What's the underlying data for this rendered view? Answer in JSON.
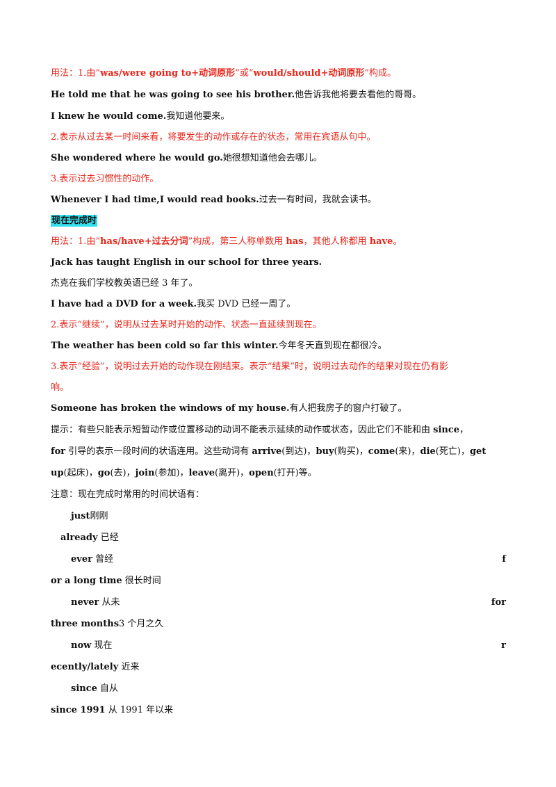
{
  "colors": {
    "red": "#e8261b",
    "highlight": "#33e0ee"
  },
  "section_title": "现在完成时",
  "lines": [
    {
      "a": "用法：1.由“",
      "b": "was/were going to+动词原形",
      "c": "”或“",
      "d": "would/should+动词原形",
      "e": "”构成。"
    },
    {
      "en": "He told me that he was going to see his brother.",
      "zh": "他告诉我他将要去看他的哥哥。"
    },
    {
      "en": "I knew he would come.",
      "zh": "我知道他要来。"
    },
    {
      "text": "2.表示从过去某一时间来看，将要发生的动作或存在的状态，常用在宾语从句中。"
    },
    {
      "en": "She wondered where he would go.",
      "zh": "她很想知道他会去哪儿。"
    },
    {
      "text": "3.表示过去习惯性的动作。"
    },
    {
      "en": "Whenever I had time,I would read books.",
      "zh": "过去一有时间，我就会读书。"
    },
    {
      "a": "用法：1.由“",
      "b": "has/have+过去分词",
      "c": "”构成，第三人称单数用 ",
      "d": "has",
      "e": "，其他人称都用 ",
      "f": "have",
      "g": "。"
    },
    {
      "en": "Jack has taught English in our school for three years."
    },
    {
      "zh": "杰克在我们学校教英语已经 3 年了。"
    },
    {
      "en": "I have had a DVD for a week.",
      "zh": "我买 DVD 已经一周了。"
    },
    {
      "text": "2.表示“继续”，说明从过去某时开始的动作、状态一直延续到现在。"
    },
    {
      "en": "The weather has been cold so far this winter.",
      "zh": "今年冬天直到现在都很冷。"
    },
    {
      "text": "3.表示“经验”，说明过去开始的动作现在刚结束。表示“结果”时，说明过去动作的结果对现在仍有影"
    },
    {
      "text": "响。"
    },
    {
      "en": "Someone has broken the windows of my house.",
      "zh": "有人把我房子的窗户打破了。"
    },
    {
      "a": "提示：有些只能表示短暂动作或位置移动的动词不能表示延续的动作或状态，因此它们不能和由 ",
      "b": "since",
      "c": "，"
    },
    {
      "a": "for",
      "b": " 引导的表示一段时间的状语连用。这些动词有 ",
      "c": "arrive",
      "d": "(到达)，",
      "e": "buy",
      "f": "(购买)，",
      "g": "come",
      "h": "(来)，",
      "i": "die",
      "j": "(死亡)，",
      "k": "get"
    },
    {
      "a": "up",
      "b": "(起床)，",
      "c": "go",
      "d": "(去)，",
      "e": "join",
      "f": "(参加)，",
      "g": "leave",
      "h": "(离开)，",
      "i": "open",
      "j": "(打开)等。"
    },
    {
      "text": "注意：现在完成时常用的时间状语有："
    }
  ],
  "adverbs": [
    {
      "en": "just",
      "zh": "刚刚"
    },
    {
      "en": "already",
      "zh": "已经"
    },
    {
      "en": "ever",
      "zh": "曾经",
      "tail": "f"
    },
    {
      "en": "or a long time",
      "zh": "很长时间"
    },
    {
      "en": "never",
      "zh": "从未",
      "tail": "for"
    },
    {
      "en": "three months",
      "zh": "3 个月之久"
    },
    {
      "en": "now",
      "zh": "现在",
      "tail": "r"
    },
    {
      "en": "ecently/lately",
      "zh": "近来"
    },
    {
      "en": "since",
      "zh": "自从"
    },
    {
      "en": "since 1991",
      "zh": "从 1991 年以来"
    }
  ]
}
